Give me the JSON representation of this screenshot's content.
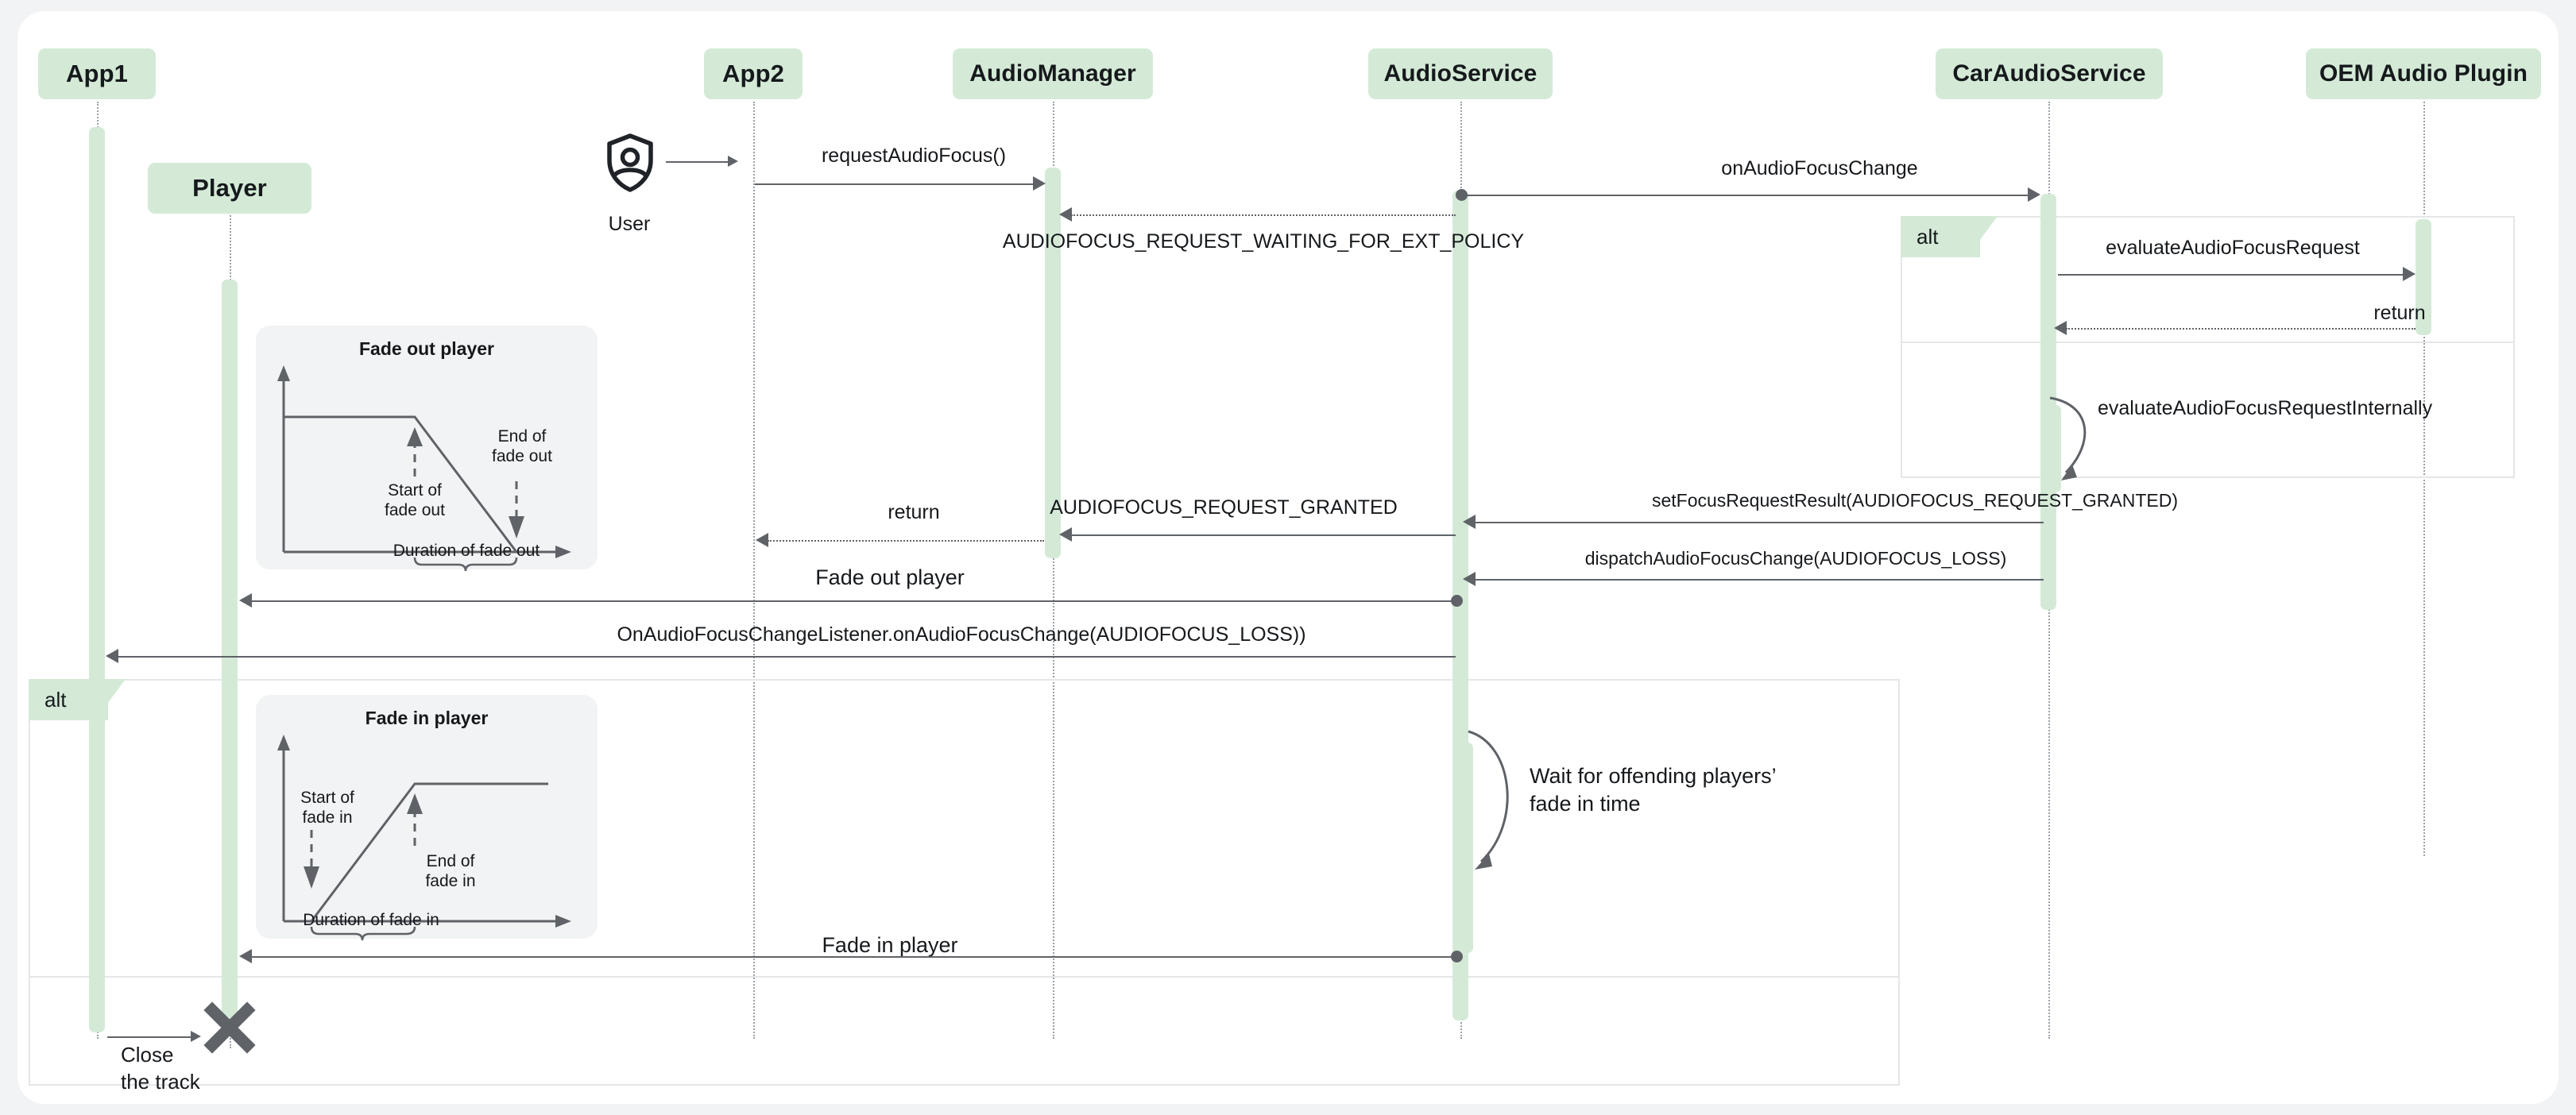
{
  "diagram": {
    "kind": "uml-sequence-diagram",
    "title": "Audio focus and fading sequence",
    "colors": {
      "participant_fill": "#d4ead7",
      "activation_fill": "#d4ead7",
      "line": "#5f6368",
      "frame_border": "#e4e6e8",
      "chart_card_bg": "#f1f3f4",
      "page_bg": "#f1f3f4",
      "text": "#16191c"
    },
    "participants": [
      {
        "id": "app1",
        "label": "App1"
      },
      {
        "id": "player",
        "label": "Player"
      },
      {
        "id": "app2",
        "label": "App2"
      },
      {
        "id": "audiomanager",
        "label": "AudioManager"
      },
      {
        "id": "audioservice",
        "label": "AudioService"
      },
      {
        "id": "caraudioservice",
        "label": "CarAudioService"
      },
      {
        "id": "oemplugin",
        "label": "OEM Audio Plugin"
      }
    ],
    "actors": [
      {
        "id": "user",
        "label": "User",
        "icon": "shield-person-icon"
      }
    ],
    "messages": [
      {
        "n": 1,
        "label": "requestAudioFocus()",
        "from": "app2",
        "to": "audiomanager",
        "style": "solid"
      },
      {
        "n": 2,
        "label": "onAudioFocusChange",
        "from": "audioservice",
        "to": "caraudioservice",
        "style": "solid"
      },
      {
        "n": 3,
        "label": "AUDIOFOCUS_REQUEST_WAITING_FOR_EXT_POLICY",
        "from": "audioservice",
        "to": "audiomanager",
        "style": "dotted"
      },
      {
        "n": 4,
        "label": "evaluateAudioFocusRequest",
        "from": "caraudioservice",
        "to": "oemplugin",
        "style": "solid"
      },
      {
        "n": 5,
        "label": "return",
        "from": "oemplugin",
        "to": "caraudioservice",
        "style": "dotted"
      },
      {
        "n": 6,
        "label": "evaluateAudioFocusRequestInternally",
        "from": "caraudioservice",
        "to": "caraudioservice",
        "style": "self"
      },
      {
        "n": 7,
        "label": "setFocusRequestResult(AUDIOFOCUS_REQUEST_GRANTED)",
        "from": "caraudioservice",
        "to": "audioservice",
        "style": "solid"
      },
      {
        "n": 8,
        "label": "AUDIOFOCUS_REQUEST_GRANTED",
        "from": "audioservice",
        "to": "audiomanager",
        "style": "solid"
      },
      {
        "n": 9,
        "label": "return",
        "from": "audiomanager",
        "to": "app2",
        "style": "dotted"
      },
      {
        "n": 10,
        "label": "dispatchAudioFocusChange(AUDIOFOCUS_LOSS)",
        "from": "caraudioservice",
        "to": "audioservice",
        "style": "solid"
      },
      {
        "n": 11,
        "label": "Fade out player",
        "from": "audioservice",
        "to": "player",
        "style": "solid"
      },
      {
        "n": 12,
        "label": "OnAudioFocusChangeListener.onAudioFocusChange(AUDIOFOCUS_LOSS))",
        "from": "audioservice",
        "to": "app1",
        "style": "solid"
      },
      {
        "n": 13,
        "label": "Wait for offending players’\nfade in time",
        "from": "audioservice",
        "to": "audioservice",
        "style": "self"
      },
      {
        "n": 14,
        "label": "Fade in player",
        "from": "audioservice",
        "to": "player",
        "style": "solid"
      },
      {
        "n": 15,
        "label": "Close\nthe track",
        "from": "app1",
        "to": "player",
        "style": "solid",
        "destroy": true
      }
    ],
    "fragments": [
      {
        "id": "alt-right",
        "tag": "alt",
        "operands": 2
      },
      {
        "id": "alt-left",
        "tag": "alt",
        "operands": 2
      }
    ],
    "destroy_marker": {
      "name": "destroy-x-marker",
      "on": "player"
    }
  },
  "charts": [
    {
      "id": "fade-out-chart",
      "type": "line",
      "title": "Fade out player",
      "xlabel": "",
      "ylabel": "",
      "grid": false,
      "legend": null,
      "x": [
        0,
        0.5,
        0.93
      ],
      "values": [
        1.0,
        1.0,
        0.0
      ],
      "xlim": [
        0,
        1
      ],
      "ylim": [
        0,
        1.35
      ],
      "annotations": [
        {
          "text": "Start of\nfade out",
          "at_x": 0.5,
          "pointer": "up"
        },
        {
          "text": "End of\nfade out",
          "at_x": 0.93,
          "pointer": "down"
        },
        {
          "text": "Duration of fade out",
          "from_x": 0.5,
          "to_x": 0.93,
          "pointer": "brace"
        }
      ]
    },
    {
      "id": "fade-in-chart",
      "type": "line",
      "title": "Fade in player",
      "xlabel": "",
      "ylabel": "",
      "grid": false,
      "legend": null,
      "x": [
        0.13,
        0.56,
        1.0
      ],
      "values": [
        0.0,
        1.0,
        1.0
      ],
      "xlim": [
        0,
        1
      ],
      "ylim": [
        0,
        1.35
      ],
      "annotations": [
        {
          "text": "Start of\nfade in",
          "at_x": 0.13,
          "pointer": "down"
        },
        {
          "text": "End of\nfade in",
          "at_x": 0.56,
          "pointer": "up"
        },
        {
          "text": "Duration of fade in",
          "from_x": 0.13,
          "to_x": 0.56,
          "pointer": "brace"
        }
      ]
    }
  ]
}
